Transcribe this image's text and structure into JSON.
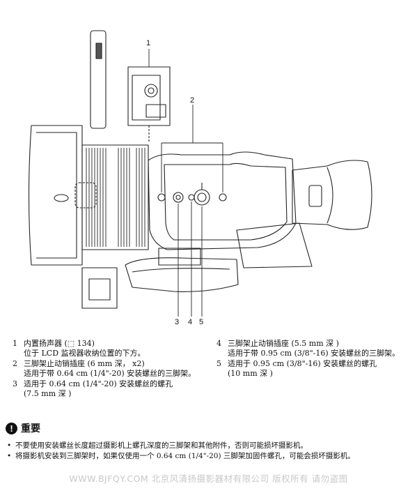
{
  "figure": {
    "callouts": {
      "c1": "1",
      "c2": "2",
      "c3": "3",
      "c4": "4",
      "c5": "5"
    }
  },
  "legend": {
    "items": [
      {
        "num": "1",
        "lines": [
          "内置扬声器 (⬚ 134)",
          "位于 LCD 监视器收纳位置的下方。"
        ]
      },
      {
        "num": "2",
        "lines": [
          "三脚架止动销插座 (6 mm 深， x2)",
          "适用于带 0.64 cm (1/4\"-20) 安装螺丝的三脚架。"
        ]
      },
      {
        "num": "3",
        "lines": [
          "适用于 0.64 cm (1/4\"-20) 安装螺丝的螺孔",
          "(7.5 mm 深 )"
        ]
      },
      {
        "num": "4",
        "lines": [
          "三脚架止动销插座 (5.5 mm 深 )",
          "适用于带 0.95 cm (3/8\"-16) 安装螺丝的三脚架。"
        ]
      },
      {
        "num": "5",
        "lines": [
          "适用于 0.95 cm (3/8\"-16) 安装螺丝的螺孔",
          "(10 mm 深 )"
        ]
      }
    ]
  },
  "important": {
    "icon_text": "!",
    "title": "重要",
    "bullets": [
      "不要使用安装螺丝长度超过摄影机上螺孔深度的三脚架和其他附件，否则可能损坏摄影机。",
      "将摄影机安装到三脚架时，如果仅使用一个 0.64 cm (1/4\"-20) 三脚架加固件螺孔，可能会损坏摄影机。"
    ]
  },
  "watermark": "WWW.BJFQY.COM 北京风清扬摄影器材有限公司 版权所有 请勿盗图"
}
